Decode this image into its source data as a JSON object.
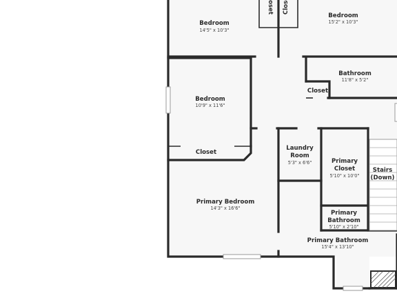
{
  "rooms": [
    {
      "id": "bedroom-nw",
      "name": "Bedroom",
      "dims": "14'5\" x 10'3\""
    },
    {
      "id": "bedroom-ne",
      "name": "Bedroom",
      "dims": "15'2\" x 10'3\""
    },
    {
      "id": "bedroom-w",
      "name": "Bedroom",
      "dims": "10'9\" x 11'6\""
    },
    {
      "id": "bathroom",
      "name": "Bathroom",
      "dims": "11'8\" x 5'2\""
    },
    {
      "id": "laundry",
      "name": "Laundry Room",
      "name_lines": [
        "Laundry",
        "Room"
      ],
      "dims": "5'3\" x 6'6\""
    },
    {
      "id": "primary-closet",
      "name": "Primary Closet",
      "name_lines": [
        "Primary",
        "Closet"
      ],
      "dims": "5'10\" x 10'0\""
    },
    {
      "id": "primary-bath-small",
      "name": "Primary Bathroom",
      "name_lines": [
        "Primary",
        "Bathroom"
      ],
      "dims": "5'10\" x 2'10\""
    },
    {
      "id": "primary-bedroom",
      "name": "Primary Bedroom",
      "dims": "14'3\" x 16'6\""
    },
    {
      "id": "primary-bathroom",
      "name": "Primary Bathroom",
      "dims": "15'4\" x 13'10\""
    }
  ],
  "labels": {
    "closet_bath": "Closet",
    "closet_west": "Closet",
    "closet_top_left": "Closet",
    "closet_top_right": "Closet",
    "stairs": [
      "Stairs",
      "(Down)"
    ]
  },
  "colors": {
    "floor": "#f7f7f7",
    "wall": "#2a2a2a"
  }
}
